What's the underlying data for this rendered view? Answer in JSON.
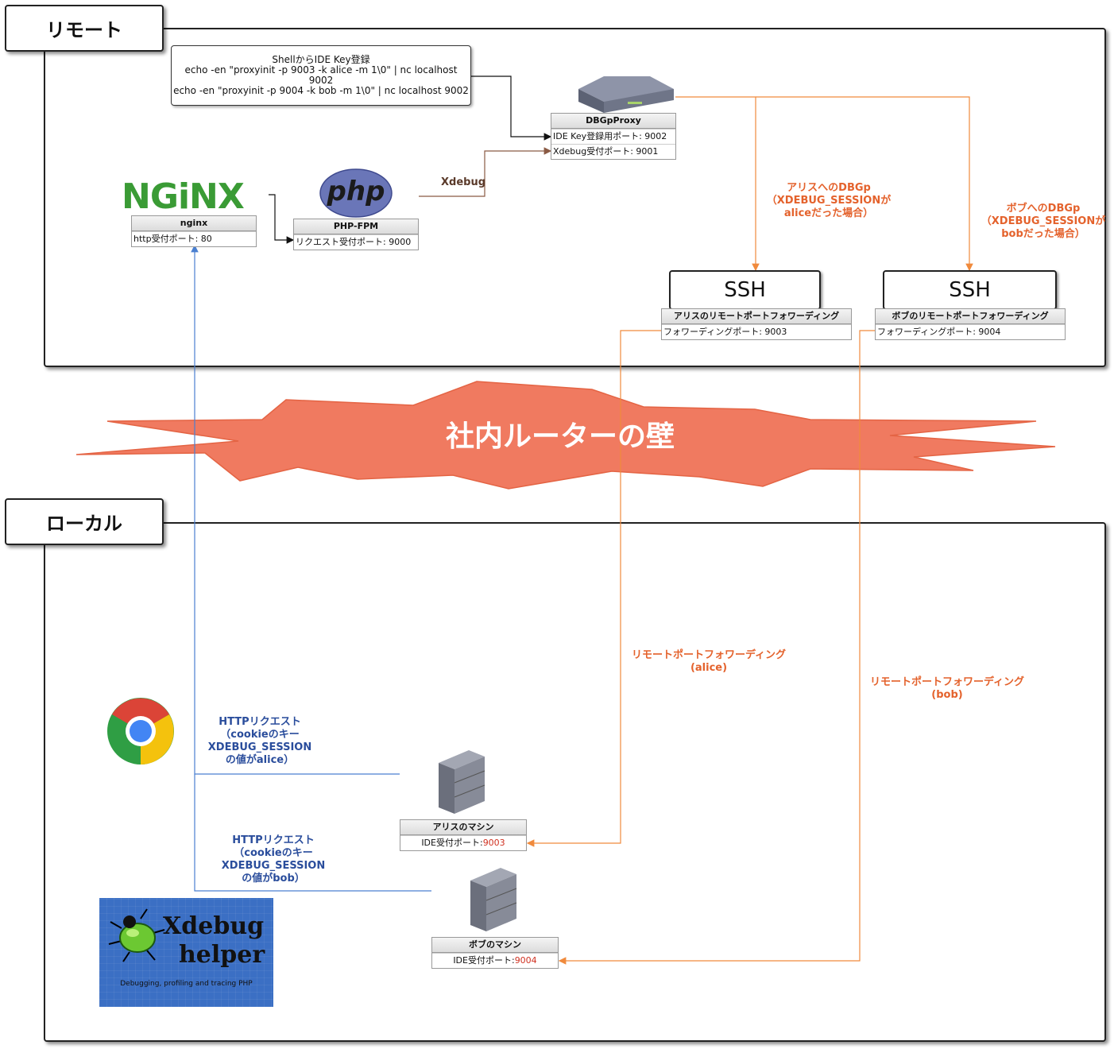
{
  "regions": {
    "remote": "リモート",
    "local": "ローカル"
  },
  "shell_note": {
    "line1": "ShellからIDE Key登録",
    "line2": "echo -en \"proxyinit -p 9003 -k alice -m 1\\0\" | nc localhost 9002",
    "line3": "echo -en \"proxyinit -p 9004 -k bob -m 1\\0\" | nc localhost 9002"
  },
  "dbgpproxy": {
    "title": "DBGpProxy",
    "row1": "IDE Key登録用ポート: 9002",
    "row2": "Xdebug受付ポート: 9001"
  },
  "nginx": {
    "logo": "NGiNX",
    "title": "nginx",
    "row1": "http受付ポート: 80"
  },
  "phpfpm": {
    "logo": "php",
    "title": "PHP-FPM",
    "row1": "リクエスト受付ポート: 9000"
  },
  "xdebug_label": "Xdebug",
  "alice_dbgp": {
    "l1": "アリスへのDBGp",
    "l2": "（XDEBUG_SESSIONが",
    "l3": "aliceだった場合）"
  },
  "bob_dbgp": {
    "l1": "ボブへのDBGp",
    "l2": "（XDEBUG_SESSIONが",
    "l3": "bobだった場合）"
  },
  "ssh_alice": {
    "box": "SSH",
    "title": "アリスのリモートポートフォワーディング",
    "row1": "フォワーディングポート: 9003"
  },
  "ssh_bob": {
    "box": "SSH",
    "title": "ボブのリモートポートフォワーディング",
    "row1": "フォワーディングポート: 9004"
  },
  "wall": "社内ルーターの壁",
  "rpf_alice": {
    "l1": "リモートポートフォワーディング",
    "l2": "(alice)"
  },
  "rpf_bob": {
    "l1": "リモートポートフォワーディング",
    "l2": "(bob)"
  },
  "http_alice": {
    "l1": "HTTPリクエスト",
    "l2": "（cookieのキー",
    "l3": "XDEBUG_SESSION",
    "l4": "の値がalice）"
  },
  "http_bob": {
    "l1": "HTTPリクエスト",
    "l2": "（cookieのキー",
    "l3": "XDEBUG_SESSION",
    "l4": "の値がbob）"
  },
  "alice_machine": {
    "title": "アリスのマシン",
    "row_label": "IDE受付ポート:",
    "row_port": "9003"
  },
  "bob_machine": {
    "title": "ボブのマシン",
    "row_label": "IDE受付ポート:",
    "row_port": "9004"
  },
  "xdebug_helper": {
    "title1": "Xdebug",
    "title2": "helper",
    "tagline": "Debugging, profiling and tracing PHP"
  },
  "colors": {
    "orange": "#f08a3c",
    "orange_text": "#e4622c",
    "blue_line": "#4a7fd0",
    "blue_text": "#2a4d9c",
    "nginx_green": "#3a9b35",
    "php_purple": "#6a76b8",
    "wall_fill": "#f07a60",
    "helper_blue": "#3b6fc4"
  }
}
